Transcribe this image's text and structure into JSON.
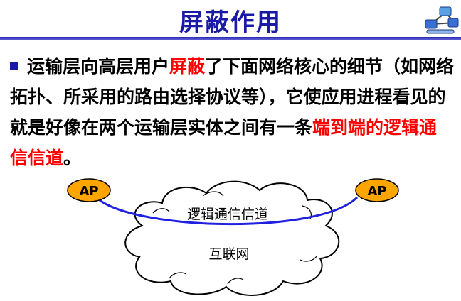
{
  "slide": {
    "title": "屏蔽作用",
    "bullet": {
      "part1": "运输层向高层用户",
      "highlight1": "屏蔽",
      "part2": "了下面网络核心的细节（如网络拓扑、所采用的路由选择协议等），它使应用进程看见的就是好像在两个运输层实体之间有一条",
      "highlight2": "端到端的逻辑通信信道",
      "part3": "。"
    }
  },
  "diagram": {
    "ap_left": "AP",
    "ap_right": "AP",
    "channel_label": "逻辑通信信道",
    "cloud_label": "互联网"
  },
  "colors": {
    "title": "#1a1aa6",
    "highlight": "#ff0000",
    "ap_fill": "#ffa500",
    "channel_line": "#2020e0"
  }
}
